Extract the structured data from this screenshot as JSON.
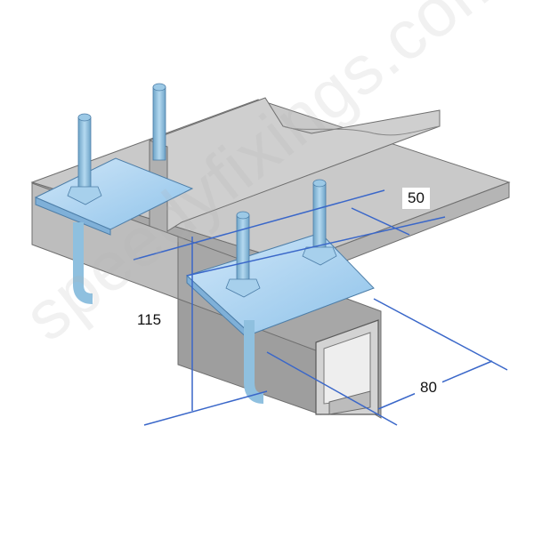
{
  "diagram": {
    "dimensions": {
      "width_top": "50",
      "height": "115",
      "width_channel": "80"
    },
    "watermark": "speedyfixings.com",
    "colors": {
      "steel": "#bdbdbd",
      "steel_dark": "#8e8e8e",
      "clamp_plate": "#a9d3f2",
      "bolt": "#8fc0df",
      "dimension_line": "#3a67c9"
    }
  }
}
